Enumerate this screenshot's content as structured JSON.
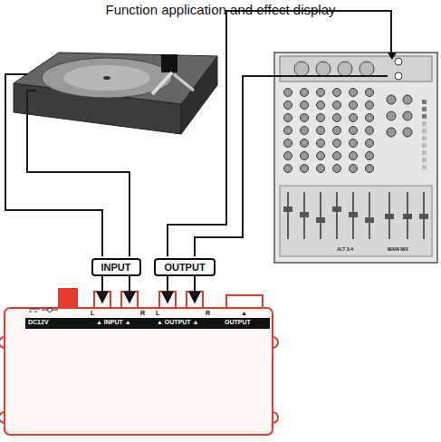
{
  "diagram": {
    "title": "Function application and effect display",
    "nodes": [
      {
        "text": [
          "INPUT"
        ]
      },
      {
        "text": [
          "OUTPUT"
        ]
      },
      {
        "text": [
          "DC12V",
          "L",
          "R",
          "▲ INPUT ▲",
          "L",
          "R",
          "▲ OUTPUT ▲",
          "▲",
          "OUTPUT"
        ]
      }
    ],
    "edges": [
      {
        "from": 0,
        "to": 2,
        "arrow": "to"
      },
      {
        "from": 0,
        "to": 2,
        "arrow": "to"
      },
      {
        "from": 1,
        "to": 2,
        "arrow": "to"
      },
      {
        "from": 1,
        "to": 2,
        "arrow": "to"
      }
    ],
    "labels": [
      "ALT 3-4",
      "MAIN MIX"
    ]
  }
}
